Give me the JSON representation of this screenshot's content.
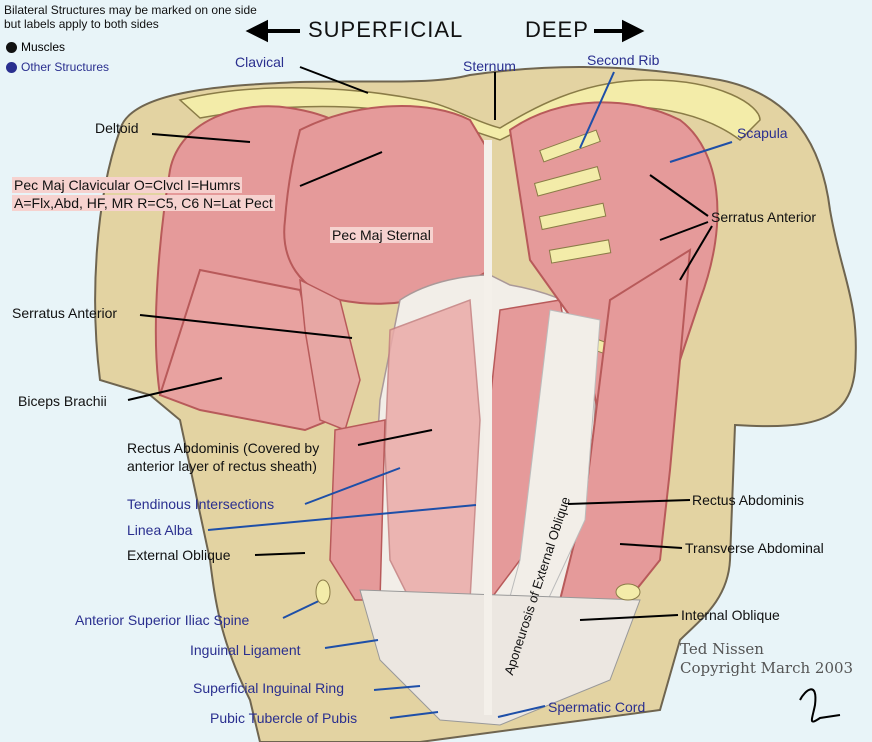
{
  "header": {
    "note_line1": "Bilateral Structures may be marked on one side",
    "note_line2": "but labels apply to both sides",
    "left_title": "SUPERFICIAL",
    "right_title": "DEEP"
  },
  "legend": [
    {
      "label": "Muscles",
      "color": "#111111"
    },
    {
      "label": "Other Structures",
      "color": "#2a2f8f"
    }
  ],
  "labels": {
    "clavical": "Clavical",
    "sternum": "Sternum",
    "second_rib": "Second Rib",
    "scapula": "Scapula",
    "deltoid": "Deltoid",
    "pec_maj_clav_1": "Pec Maj Clavicular O=Clvcl I=Humrs",
    "pec_maj_clav_2": "A=Flx,Abd, HF, MR R=C5, C6 N=Lat Pect",
    "pec_maj_sternal": "Pec Maj Sternal",
    "serratus_anterior_right": "Serratus Anterior",
    "serratus_anterior_left": "Serratus Anterior",
    "biceps_brachii": "Biceps Brachii",
    "rectus_covered_1": "Rectus Abdominis (Covered by",
    "rectus_covered_2": "anterior layer of rectus sheath)",
    "tendinous_intersections": "Tendinous Intersections",
    "linea_alba": "Linea Alba",
    "external_oblique": "External Oblique",
    "asis": "Anterior Superior Iliac Spine",
    "inguinal_ligament": "Inguinal Ligament",
    "superficial_inguinal_ring": "Superficial Inguinal Ring",
    "pubic_tubercle": "Pubic Tubercle of Pubis",
    "rectus_abdominis": "Rectus Abdominis",
    "transverse_abdominal": "Transverse Abdominal",
    "internal_oblique": "Internal Oblique",
    "spermatic_cord": "Spermatic Cord",
    "aponeurosis": "Aponeurosis of External Oblique"
  },
  "credit": {
    "author": "Ted Nissen",
    "copyright": "Copyright March 2003"
  },
  "colors": {
    "skin": "#e3d3a2",
    "muscle": "#e59a9a",
    "muscle_dark": "#b85a5a",
    "fascia": "#f2eee8",
    "rib": "#f3eca9",
    "muscle_label": "#111111",
    "structure_label": "#2a2f8f"
  }
}
